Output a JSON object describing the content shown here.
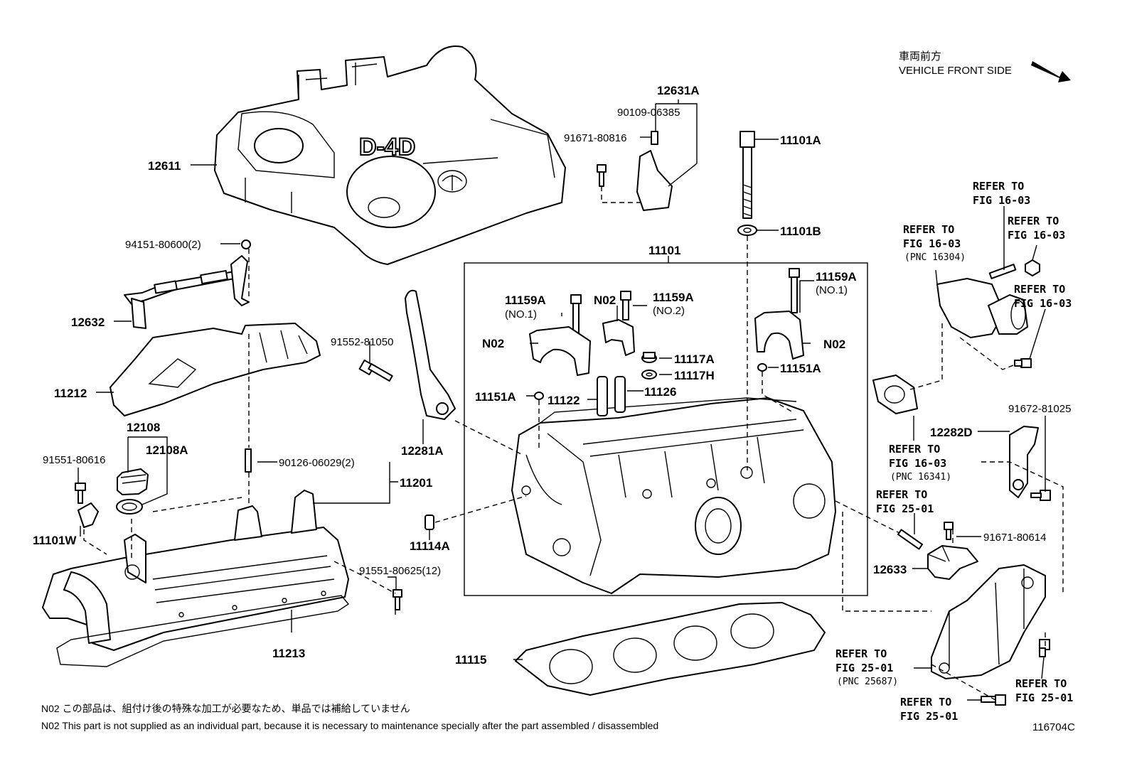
{
  "orientation": {
    "jp": "車両前方",
    "en": "VEHICLE FRONT SIDE"
  },
  "engine_badge": "D-4D",
  "labels": {
    "p12611": "12611",
    "p12631A": "12631A",
    "p90109_06385": "90109-06385",
    "p91671_80816": "91671-80816",
    "p11101A": "11101A",
    "p11101B": "11101B",
    "p11101": "11101",
    "p94151_80600": "94151-80600(2)",
    "p12632": "12632",
    "p11212": "11212",
    "p91552_81050": "91552-81050",
    "p12281A": "12281A",
    "p12108": "12108",
    "p12108A": "12108A",
    "p91551_80616": "91551-80616",
    "p90126_06029": "90126-06029(2)",
    "p11201": "11201",
    "p11101W": "11101W",
    "p11114A": "11114A",
    "p91551_80625": "91551-80625(12)",
    "p11213": "11213",
    "p11115": "11115",
    "p11159A_l": "11159A",
    "p11159A_l_no": "(NO.1)",
    "pN02_a": "N02",
    "p11159A_m": "11159A",
    "p11159A_m_no": "(NO.2)",
    "p11159A_r": "11159A",
    "p11159A_r_no": "(NO.1)",
    "pN02_b": "N02",
    "pN02_c": "N02",
    "p11117A": "11117A",
    "p11117H": "11117H",
    "p11151A_r": "11151A",
    "p11151A_l": "11151A",
    "p11122": "11122",
    "p11126": "11126",
    "p12282D": "12282D",
    "p91672_81025": "91672-81025",
    "p91671_80614": "91671-80614",
    "p12633": "12633"
  },
  "refers": {
    "r1": [
      "REFER TO",
      "FIG 16-03"
    ],
    "r2": [
      "REFER TO",
      "FIG 16-03",
      "(PNC 16304)"
    ],
    "r3": [
      "REFER TO",
      "FIG 16-03"
    ],
    "r4": [
      "REFER TO",
      "FIG 16-03"
    ],
    "r5": [
      "REFER TO",
      "FIG 16-03",
      "(PNC 16341)"
    ],
    "r6": [
      "REFER TO",
      "FIG 25-01"
    ],
    "r7": [
      "REFER TO",
      "FIG 25-01",
      "(PNC 25687)"
    ],
    "r8": [
      "REFER TO",
      "FIG 25-01"
    ],
    "r9": [
      "REFER TO",
      "FIG 25-01"
    ]
  },
  "notes": {
    "jp": "N02  この部品は、組付け後の特殊な加工が必要なため、単品では補給していません",
    "en": "N02  This part is not supplied as an individual part, because it is necessary to maintenance specially after the part assembled / disassembled"
  },
  "figure_id": "116704C"
}
